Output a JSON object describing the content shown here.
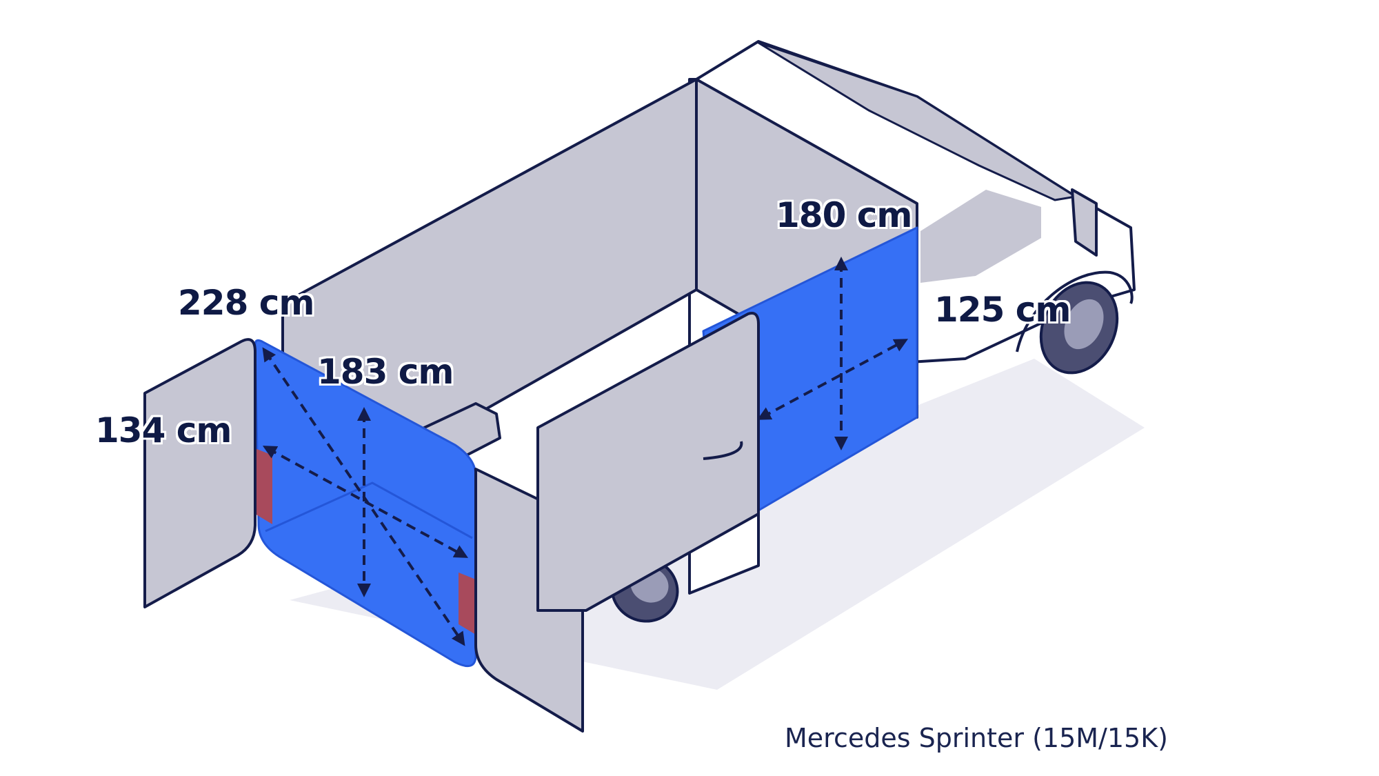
{
  "dimensions": {
    "width_rear": "228 cm",
    "length": "134 cm",
    "diagonal": "183 cm",
    "cabin_height": "180 cm",
    "side_width": "125 cm"
  },
  "caption": "Mercedes Sprinter (15M/15K)",
  "colors": {
    "outline": "#141c4a",
    "panel_fill": "#c6c6d3",
    "cargo_blue": "#3670f5",
    "cargo_blue_dark": "#2456d8",
    "tail_light": "#a84a5c",
    "van_white": "#ffffff",
    "shadow": "#e4e4ee",
    "wheel": "#4b4e72"
  },
  "icons": {
    "arrow": "dimension-arrow-icon"
  }
}
